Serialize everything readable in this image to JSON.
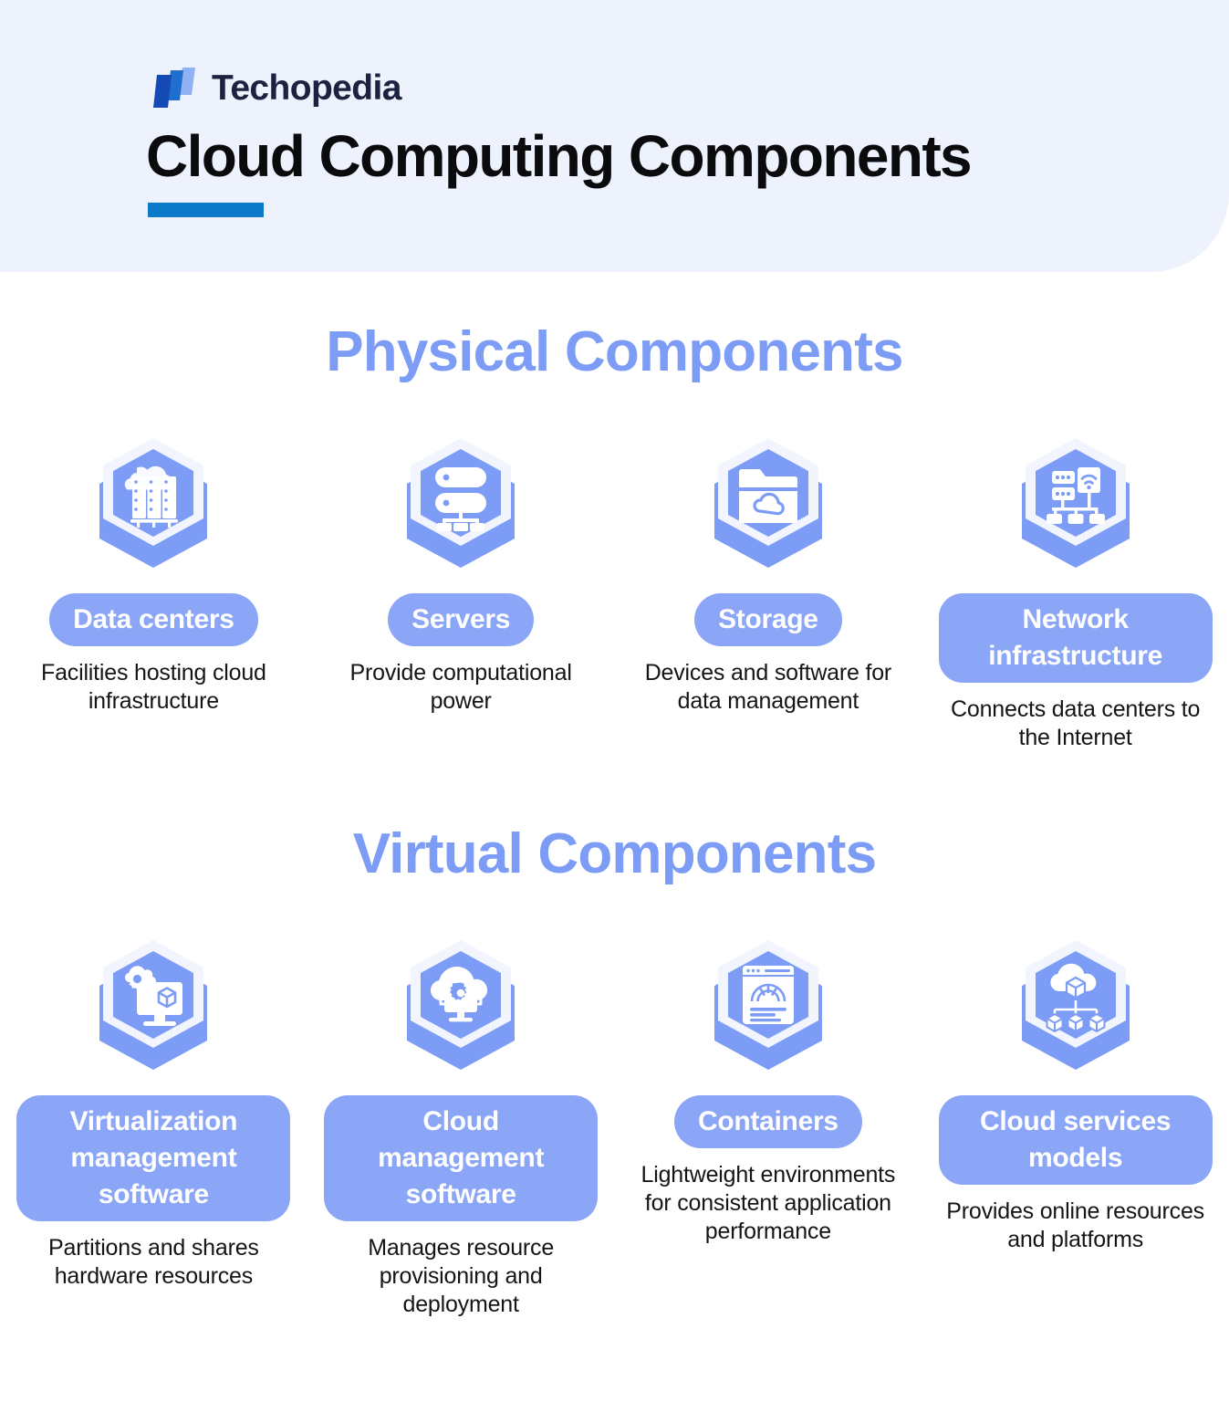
{
  "header": {
    "brand_name": "Techopedia",
    "logo_icon": "techopedia-logo-icon",
    "title": "Cloud Computing Components",
    "accent_color": "#0d7ac9",
    "background_color": "#eef2fd"
  },
  "theme": {
    "periwinkle": "#7c9cf5",
    "pill_blue": "#8ba5f7",
    "heading_blue": "#7c9cf5",
    "body_text": "#151515"
  },
  "sections": [
    {
      "id": "physical",
      "title": "Physical Components",
      "items": [
        {
          "label": "Data centers",
          "description": "Facilities hosting cloud infrastructure",
          "icon": "data-center-racks-cloud-icon",
          "single_line": true
        },
        {
          "label": "Servers",
          "description": "Provide computational power",
          "icon": "server-stack-icon",
          "single_line": true
        },
        {
          "label": "Storage",
          "description": "Devices and software for data management",
          "icon": "folder-cloud-icon",
          "single_line": true
        },
        {
          "label": "Network infrastructure",
          "description": "Connects data centers to the Internet",
          "icon": "network-nodes-wifi-icon",
          "single_line": false
        }
      ]
    },
    {
      "id": "virtual",
      "title": "Virtual Components",
      "items": [
        {
          "label": "Virtualization management software",
          "description": "Partitions and shares hardware resources",
          "icon": "monitor-cube-gear-cloud-icon",
          "single_line": false
        },
        {
          "label": "Cloud management software",
          "description": "Manages resource provisioning and deployment",
          "icon": "cloud-monitor-gear-icon",
          "single_line": false
        },
        {
          "label": "Containers",
          "description": "Lightweight environments for consistent application performance",
          "icon": "browser-gauge-icon",
          "single_line": true
        },
        {
          "label": "Cloud services models",
          "description": "Provides online resources and platforms",
          "icon": "cloud-cube-tree-icon",
          "single_line": false
        }
      ]
    }
  ]
}
